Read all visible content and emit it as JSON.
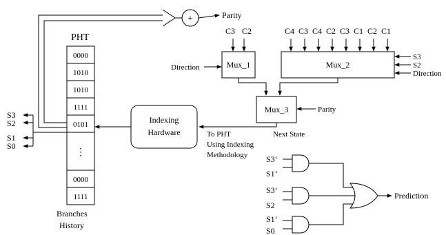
{
  "pht": {
    "title": "PHT",
    "entries": [
      "0000",
      "1010",
      "1010",
      "1111",
      "0101",
      "⋮",
      "0000",
      "1111"
    ],
    "caption_line1": "Branches",
    "caption_line2": "History"
  },
  "outputs": [
    "S3",
    "S2",
    "S1",
    "S0"
  ],
  "parity": {
    "symbol": "+",
    "label": "Parity"
  },
  "mux1": {
    "label": "Mux_1",
    "inputs": [
      "C3",
      "C2"
    ],
    "side_input": "Direction"
  },
  "mux2": {
    "label": "Mux_2",
    "inputs": [
      "C4",
      "C3",
      "C4",
      "C2",
      "C3",
      "C1",
      "C2",
      "C1"
    ],
    "side_inputs": [
      "S3",
      "S2",
      "Direction"
    ]
  },
  "mux3": {
    "label": "Mux_3",
    "side_input": "Parity",
    "output_label": "Next State"
  },
  "indexing": {
    "line1": "Indexing",
    "line2": "Hardware",
    "note_line1": "To PHT",
    "note_line2": "Using Indexing",
    "note_line3": "Methodology"
  },
  "logic": {
    "and1_inputs": [
      "S3‘",
      "S1‘"
    ],
    "and2_inputs": [
      "S3‘",
      "S2"
    ],
    "and3_inputs": [
      "S1‘",
      "S0"
    ],
    "output": "Prediction"
  }
}
